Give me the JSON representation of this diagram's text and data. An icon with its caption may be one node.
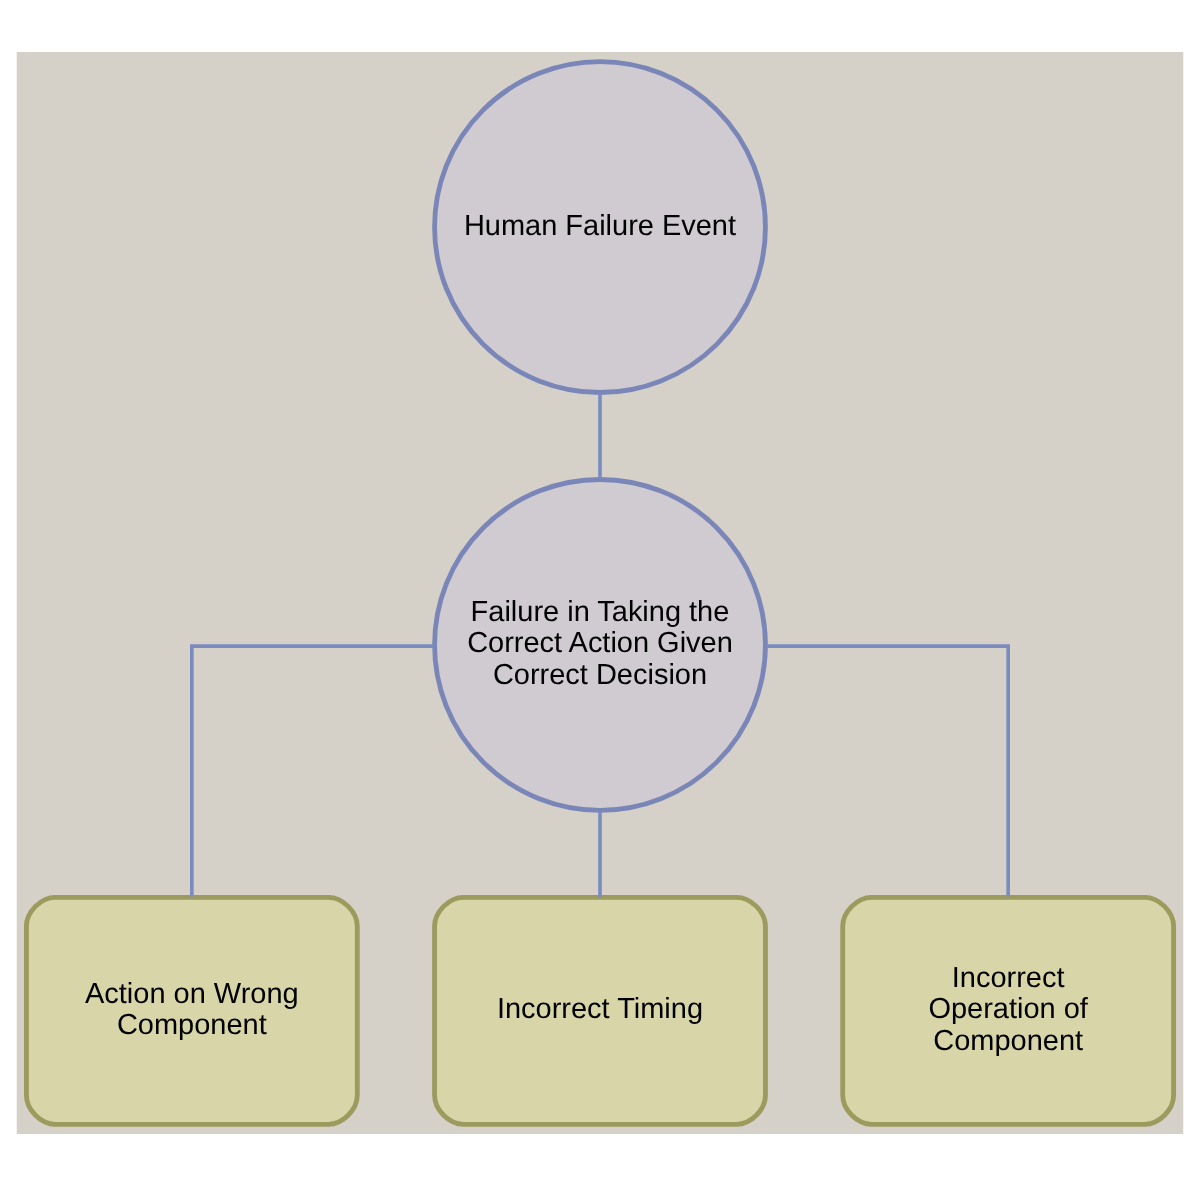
{
  "diagram": {
    "nodes": [
      {
        "text": [
          "Human Failure Event"
        ]
      },
      {
        "text": [
          "Failure in Taking the Correct Action Given Correct Decision"
        ]
      },
      {
        "text": [
          "Action on Wrong Component"
        ]
      },
      {
        "text": [
          "Incorrect Timing"
        ]
      },
      {
        "text": [
          "Incorrect Operation of Component"
        ]
      }
    ],
    "edges": [
      {
        "from": 0,
        "to": 1,
        "arrow": "none"
      },
      {
        "from": 1,
        "to": 2,
        "arrow": "none"
      },
      {
        "from": 1,
        "to": 3,
        "arrow": "none"
      },
      {
        "from": 1,
        "to": 4,
        "arrow": "none"
      }
    ]
  }
}
